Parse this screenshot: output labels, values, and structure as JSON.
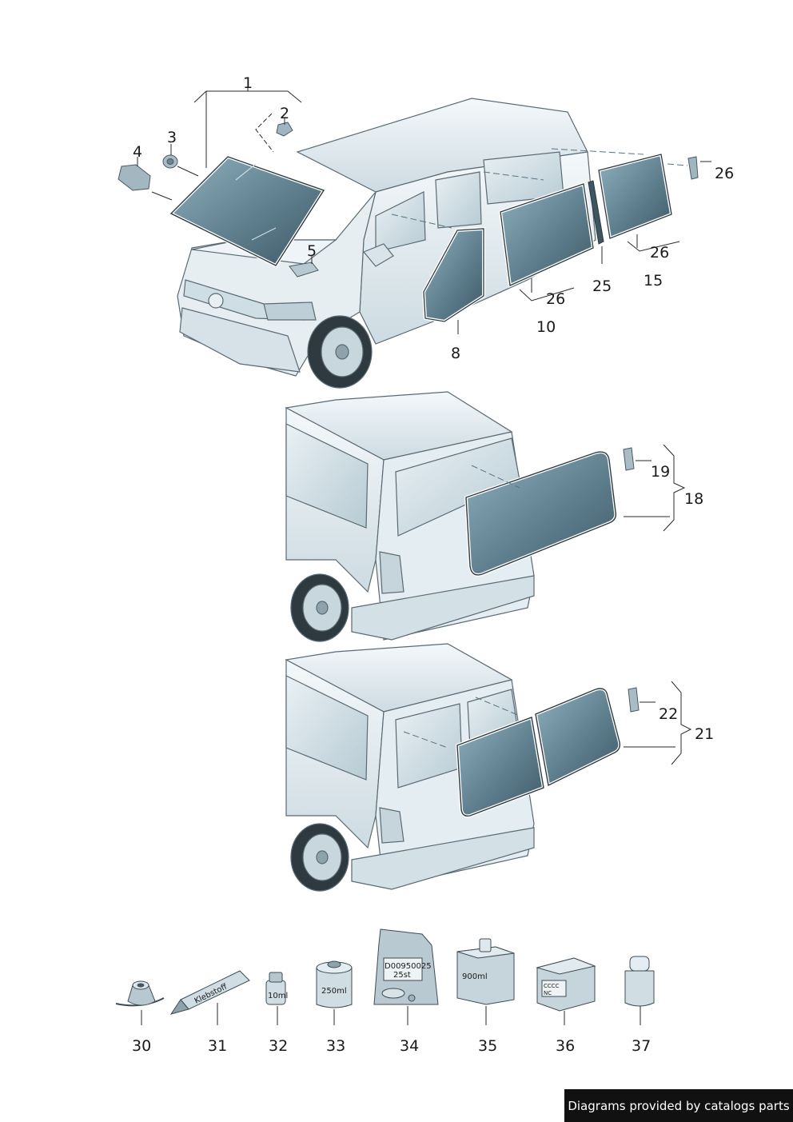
{
  "diagram": {
    "callouts": {
      "c1": "1",
      "c2": "2",
      "c3": "3",
      "c4": "4",
      "c5": "5",
      "c8": "8",
      "c10": "10",
      "c15": "15",
      "c18": "18",
      "c19": "19",
      "c21": "21",
      "c22": "22",
      "c25": "25",
      "c26a": "26",
      "c26b": "26",
      "c26c": "26",
      "c30": "30",
      "c31": "31",
      "c32": "32",
      "c33": "33",
      "c34": "34",
      "c35": "35",
      "c36": "36",
      "c37": "37"
    },
    "product_text": {
      "tube": "Klebstoff",
      "can_small": "10ml",
      "can_medium": "250ml",
      "bag_code": "D00950025",
      "bag_qty": "25st",
      "box": "900ml",
      "carton_a": "CCCC",
      "carton_b": "NC"
    },
    "colors": {
      "glass": "#6f8f9e",
      "glass_dark": "#4d6a78",
      "body": "#dfe9ee",
      "outline": "#5a6a73",
      "line": "#2a2a2a"
    }
  },
  "footer": {
    "credit": "Diagrams provided by catalogs parts"
  }
}
